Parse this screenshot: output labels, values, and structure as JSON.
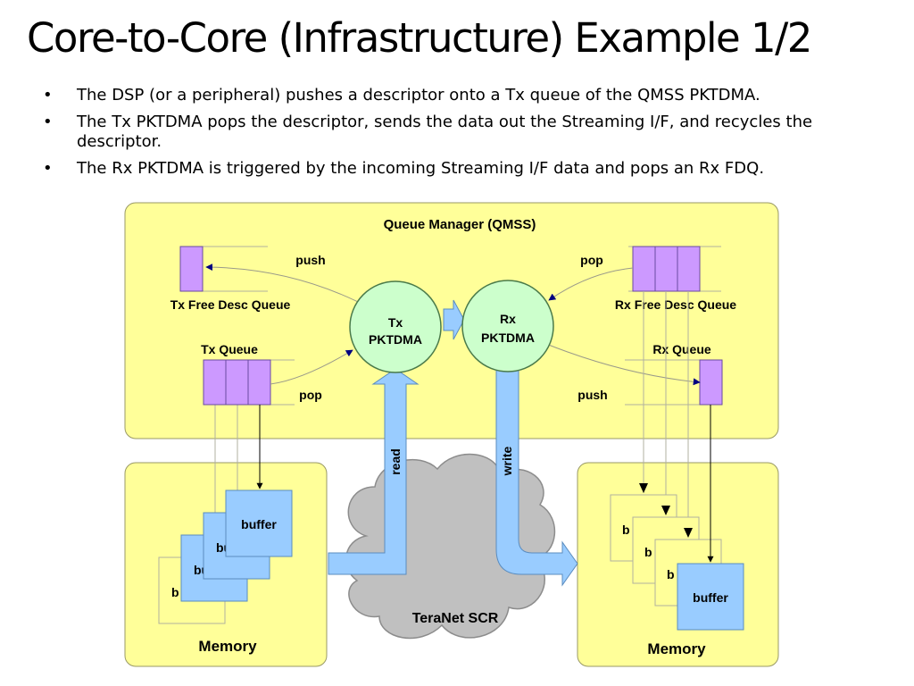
{
  "title": "Core-to-Core (Infrastructure) Example 1/2",
  "bullets": [
    "The DSP (or a peripheral) pushes a descriptor onto a Tx queue of the QMSS PKTDMA.",
    "The Tx PKTDMA pops the descriptor, sends the data out the Streaming I/F, and recycles the descriptor.",
    "The Rx PKTDMA is triggered by the incoming Streaming I/F data and pops an Rx FDQ."
  ],
  "bullet_symbol": "•",
  "diagram": {
    "qmss_label": "Queue Manager (QMSS)",
    "tx_free_desc_queue": "Tx Free Desc Queue",
    "rx_free_desc_queue": "Rx Free Desc Queue",
    "tx_queue": "Tx Queue",
    "rx_queue": "Rx Queue",
    "push_left": "push",
    "pop_right": "pop",
    "pop_left": "pop",
    "push_right": "push",
    "tx_pktdma": [
      "Tx",
      "PKTDMA"
    ],
    "rx_pktdma": [
      "Rx",
      "PKTDMA"
    ],
    "read": "read",
    "write": "write",
    "teranet": "TeraNet SCR",
    "memory_left": "Memory",
    "memory_right": "Memory",
    "buffer_full": "buffer",
    "buffer_partial": [
      "b",
      "bu",
      "bu"
    ],
    "buffer_partial_right": [
      "b",
      "b",
      "b"
    ]
  },
  "colors": {
    "panel_fill": "#ffff99",
    "queue_fill": "#cc99ff",
    "pktdma_fill": "#ccffcc",
    "buffer_fill": "#99ccff",
    "arrow_fill": "#99ccff",
    "cloud_fill": "#c0c0c0",
    "line_color": "#000080"
  }
}
